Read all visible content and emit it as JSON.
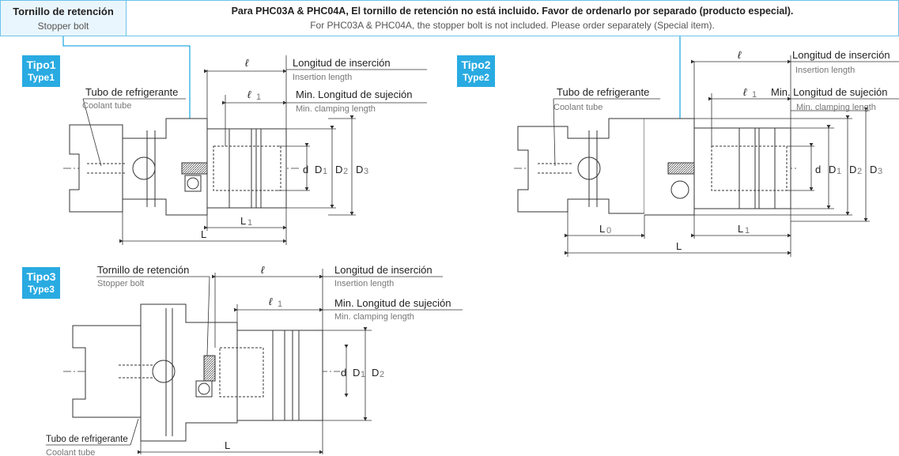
{
  "header": {
    "left_es": "Tornillo de retención",
    "left_en": "Stopper bolt",
    "note_es": "Para PHC03A & PHC04A, El tornillo de retención no está incluido. Favor de ordenarlo por separado (producto especial).",
    "note_en": "For PHC03A & PHC04A, the stopper bolt is not included. Please order separately (Special item)."
  },
  "types": [
    {
      "es": "Tipo1",
      "en": "Type1"
    },
    {
      "es": "Tipo2",
      "en": "Type2"
    },
    {
      "es": "Tipo3",
      "en": "Type3"
    }
  ],
  "labels": {
    "coolant_es": "Tubo de refrigerante",
    "coolant_en": "Coolant tube",
    "insertion_es": "Longitud de inserción",
    "insertion_en": "Insertion length",
    "clamping_es": "Min. Longitud de sujeción",
    "clamping_en": "Min. clamping length",
    "stopper_es": "Tornillo de retención",
    "stopper_en": "Stopper bolt"
  },
  "dims": {
    "l": "ℓ",
    "l1": "ℓ",
    "l1_sub": "1",
    "d": "d",
    "D1": "D",
    "D2": "D",
    "D3": "D",
    "sub1": "1",
    "sub2": "2",
    "sub3": "3",
    "L": "L",
    "L1": "L",
    "L0": "L",
    "sub0": "0"
  },
  "colors": {
    "accent": "#29abe2",
    "border": "#6cc3ea",
    "line": "#333333"
  }
}
